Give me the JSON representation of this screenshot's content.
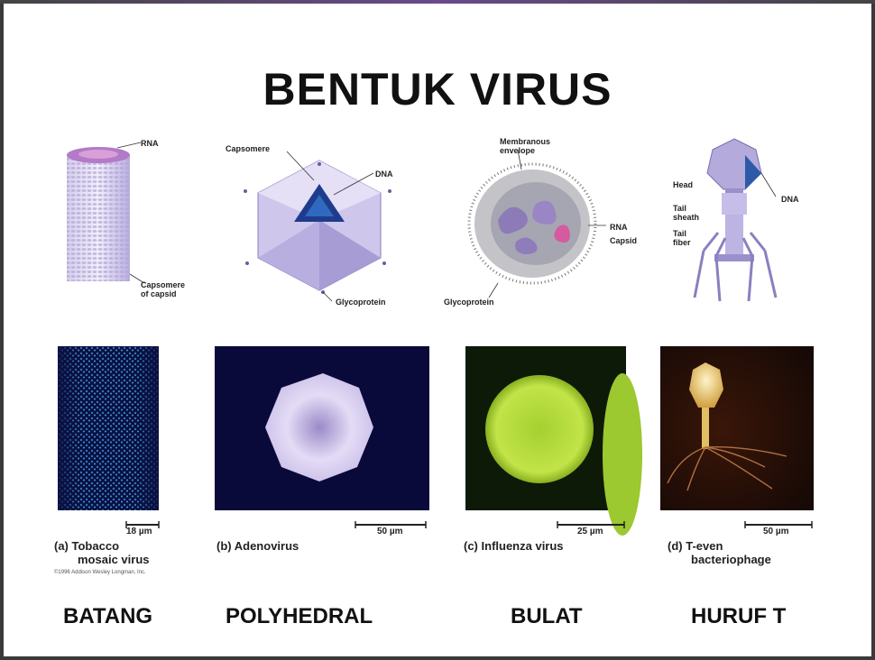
{
  "title": "BENTUK VIRUS",
  "diagrams": {
    "tmv": {
      "rna": "RNA",
      "capsomere": "Capsomere",
      "of_capsid": "of capsid"
    },
    "adeno": {
      "capsomere": "Capsomere",
      "dna": "DNA",
      "glycoprotein": "Glycoprotein"
    },
    "influenza": {
      "membranous": "Membranous",
      "envelope": "envelope",
      "rna": "RNA",
      "capsid": "Capsid",
      "glycoprotein": "Glycoprotein"
    },
    "phage": {
      "head": "Head",
      "dna": "DNA",
      "tail": "Tail",
      "sheath": "sheath",
      "tail2": "Tail",
      "fiber": "fiber"
    }
  },
  "micrographs": [
    {
      "letter": "(a)",
      "line1": "Tobacco",
      "line2": "mosaic virus",
      "scale": "18 µm"
    },
    {
      "letter": "(b)",
      "line1": "Adenovirus",
      "line2": "",
      "scale": "50 µm"
    },
    {
      "letter": "(c)",
      "line1": "Influenza virus",
      "line2": "",
      "scale": "25 µm"
    },
    {
      "letter": "(d)",
      "line1": "T-even",
      "line2": "bacteriophage",
      "scale": "50 µm"
    }
  ],
  "copyright": "©1996 Addison Wesley Longman, Inc.",
  "shape_labels": [
    "BATANG",
    "POLYHEDRAL",
    "BULAT",
    "HURUF T"
  ],
  "colors": {
    "title": "#111111",
    "micrograph_bg": "#0a0a3a",
    "tmv_particles": "#3fa0d8",
    "adeno_core": "#d8d0f0",
    "influenza": "#b8e040",
    "phage_head": "#f0d070"
  }
}
